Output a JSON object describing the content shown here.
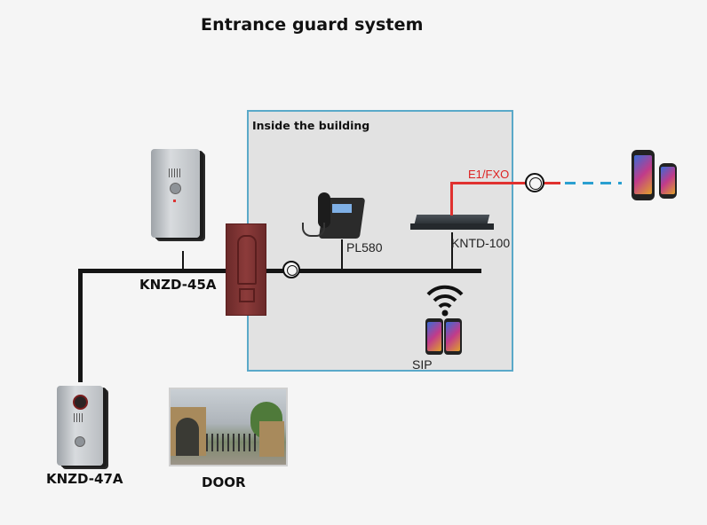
{
  "title": "Entrance guard system",
  "building": {
    "label": "Inside the building"
  },
  "devices": {
    "intercom_top": "KNZD-45A",
    "intercom_bottom": "KNZD-47A",
    "door_photo": "DOOR",
    "ip_phone": "PL580",
    "gateway": "KNTD-100",
    "sip": "SIP",
    "trunk": "E1/FXO"
  },
  "colors": {
    "trunk_line": "#e0312f",
    "wireless_dash": "#2a9fd0",
    "building_border": "#5aa9c9",
    "bus_line": "#151515"
  }
}
